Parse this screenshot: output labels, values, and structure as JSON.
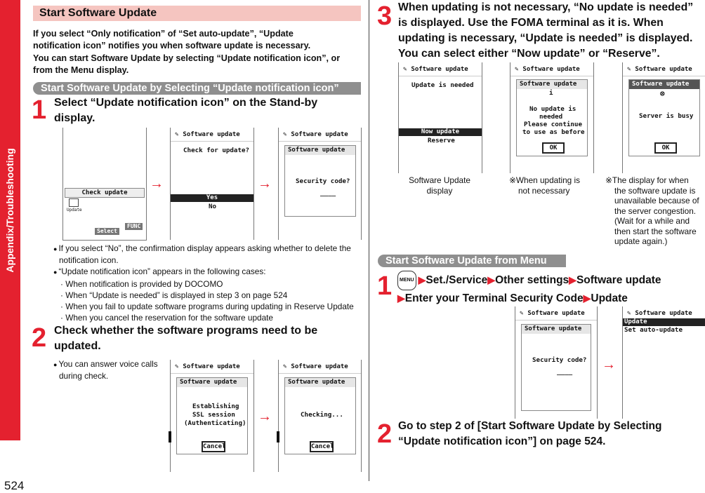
{
  "side_tab": "Appendix/Troubleshooting",
  "page_number": "524",
  "section1": {
    "title": "Start Software Update",
    "intro": [
      "If you select “Only notification” of “Set auto-update”, “Update",
      "notification icon” notifies you when software update is necessary.",
      "You can start Software Update by selecting “Update notification icon”, or",
      "from the Menu display."
    ],
    "subsection_title": "Start Software Update by Selecting “Update notification icon”"
  },
  "step1": {
    "number": "1",
    "title_lines": [
      "Select “Update notification icon” on the Stand-by",
      "display."
    ],
    "screen_a": {
      "button": "Check update",
      "icon_label": "Update",
      "softkey_left": "Select",
      "softkey_right": "FUNC"
    },
    "screen_b": {
      "header": "Software update",
      "text": "Check for update?",
      "option_selected": "Yes",
      "option_2": "No"
    },
    "screen_c": {
      "header": "Software update",
      "box_title": "Software update",
      "text": "Security code?",
      "blank": "____"
    },
    "bullets": [
      "If you select “No”, the confirmation display appears asking whether to delete the",
      "notification icon.",
      "“Update notification icon” appears in the following cases:",
      "When notification is provided by DOCOMO",
      "When “Update is needed” is displayed in step 3 on page 524",
      "When you fail to update software programs during updating in Reserve Update",
      "When you cancel the reservation for the software update"
    ]
  },
  "step2": {
    "number": "2",
    "title_lines": [
      "Check whether the software programs need to be",
      "updated."
    ],
    "bullet_lines": [
      "You can answer voice calls",
      "during check."
    ],
    "screen_a": {
      "header": "Software update",
      "box_title": "Software update",
      "lines": [
        "Establishing",
        "SSL session",
        "(Authenticating)"
      ],
      "button": "Cancel"
    },
    "screen_b": {
      "header": "Software update",
      "box_title": "Software update",
      "text": "Checking...",
      "button": "Cancel"
    }
  },
  "step3": {
    "number": "3",
    "title_lines": [
      "When updating is not necessary, “No update is needed”",
      "is displayed. Use the FOMA terminal as it is. When",
      "updating is necessary, “Update is needed” is displayed.",
      "You can select either “Now update” or “Reserve”."
    ],
    "screen_a": {
      "header": "Software update",
      "text": "Update is needed",
      "option_selected": "Now update",
      "option_2": "Reserve"
    },
    "screen_b": {
      "header": "Software update",
      "box_title": "Software update",
      "info": "i",
      "lines": [
        "No update is",
        "needed",
        "Please continue",
        "to use as before"
      ],
      "button": "OK"
    },
    "screen_c": {
      "header": "Software update",
      "box_title": "Software update",
      "icon": "⊗",
      "text": "Server is busy",
      "button": "OK"
    },
    "caption_a": [
      "Software Update",
      "display"
    ],
    "caption_b": [
      "※When updating is",
      "not necessary"
    ],
    "caption_c": [
      "※The display for when",
      "the software update is",
      "unavailable because of",
      "the server congestion.",
      "(Wait for a while and",
      "then start the software",
      "update again.)"
    ]
  },
  "section2": {
    "title": "Start Software Update from Menu",
    "step1_number": "1",
    "menu_key": "MENU",
    "path_line1": [
      "Set./Service",
      "Other settings",
      "Software update"
    ],
    "path_line2": [
      "Enter your Terminal Security Code",
      "Update"
    ],
    "screen_a": {
      "header": "Software update",
      "box_title": "Software update",
      "text": "Security code?",
      "blank": "____"
    },
    "screen_b": {
      "header": "Software update",
      "item_selected": "Update",
      "item_2": "Set auto-update"
    },
    "step2_number": "2",
    "step2_lines": [
      "Go to step 2 of [Start Software Update by Selecting",
      "“Update notification icon”] on page 524."
    ]
  },
  "arrow_glyph": "→",
  "pencil_glyph": "✎",
  "colors": {
    "accent": "#e4212f",
    "bar": "#f5c5c0",
    "subbar": "#8f8f8f"
  }
}
